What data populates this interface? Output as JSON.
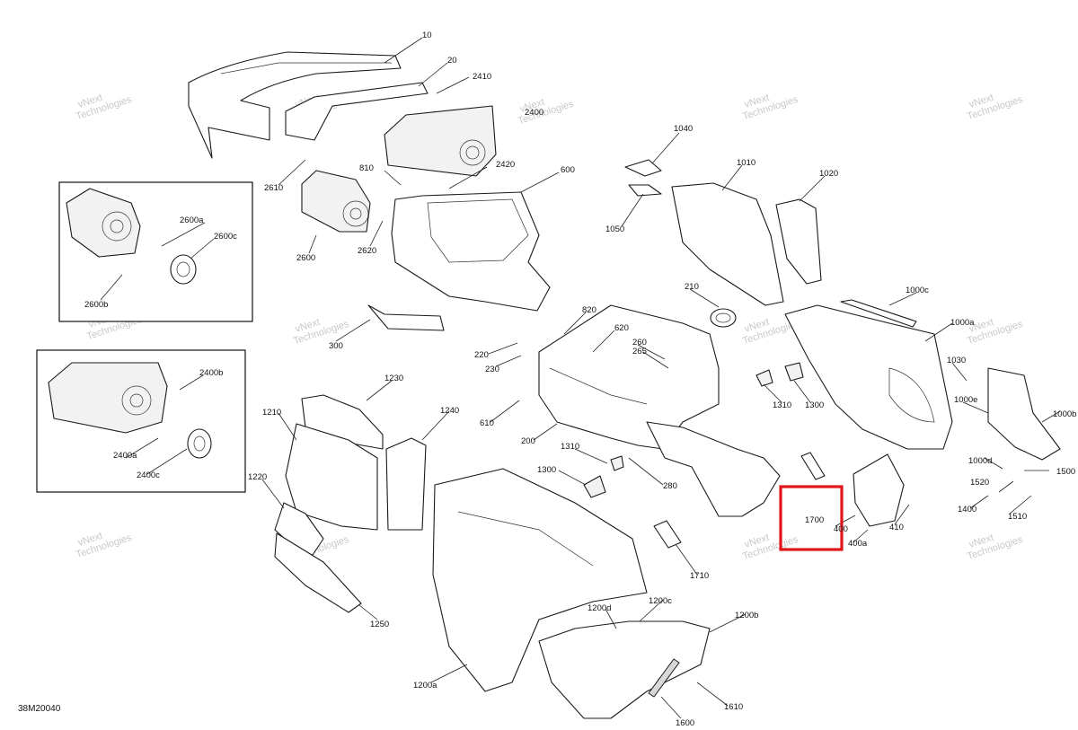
{
  "document_id": "38M20040",
  "highlight_color": "#e0161b",
  "highlighted_part": "1700",
  "watermark": [
    "vNext",
    "Technologies"
  ],
  "callouts": [
    "10",
    "20",
    "2410",
    "2400",
    "2420",
    "600",
    "810",
    "2610",
    "2600",
    "2620",
    "1040",
    "1010",
    "1020",
    "1050",
    "2600a",
    "2600c",
    "2600b",
    "210",
    "820",
    "1000c",
    "300",
    "620",
    "220",
    "230",
    "260",
    "265",
    "1000a",
    "1030",
    "1000e",
    "2400b",
    "1310",
    "1300",
    "1000b",
    "1230",
    "610",
    "200",
    "1240",
    "1210",
    "1000d",
    "1500",
    "1520",
    "2400a",
    "2400c",
    "1310",
    "1300",
    "280",
    "1700",
    "1400",
    "1510",
    "400",
    "410",
    "400a",
    "1220",
    "1710",
    "1250",
    "1200c",
    "1200d",
    "1200b",
    "1200a",
    "1610",
    "1600"
  ]
}
